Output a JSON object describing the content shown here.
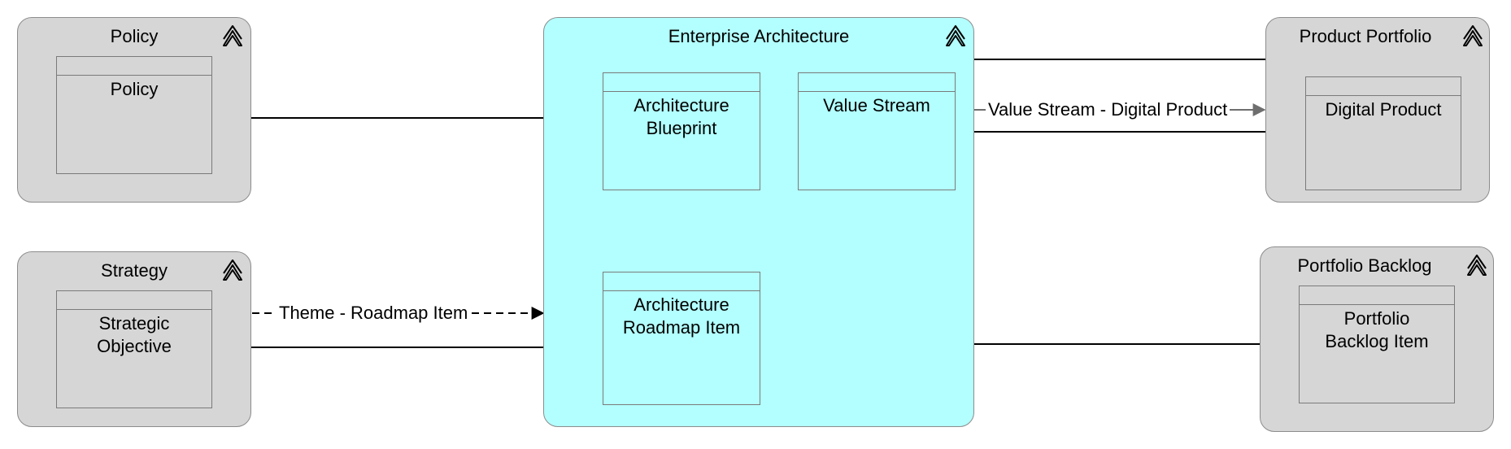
{
  "groups": {
    "policy": {
      "title": "Policy",
      "box": "Policy"
    },
    "strategy": {
      "title": "Strategy",
      "box": "Strategic Objective"
    },
    "enterprise": {
      "title": "Enterprise Architecture",
      "blueprint": "Architecture Blueprint",
      "value_stream": "Value Stream",
      "roadmap_item": "Architecture Roadmap Item"
    },
    "product_portfolio": {
      "title": "Product Portfolio",
      "box": "Digital Product"
    },
    "portfolio_backlog": {
      "title": "Portfolio Backlog",
      "box": "Portfolio Backlog Item"
    }
  },
  "edges": {
    "theme_roadmap": "Theme - Roadmap Item",
    "value_stream_digital": "Value Stream - Digital Product"
  },
  "colors": {
    "group_grey": "#d6d6d6",
    "group_cyan": "#b3ffff",
    "line": "#000000"
  }
}
